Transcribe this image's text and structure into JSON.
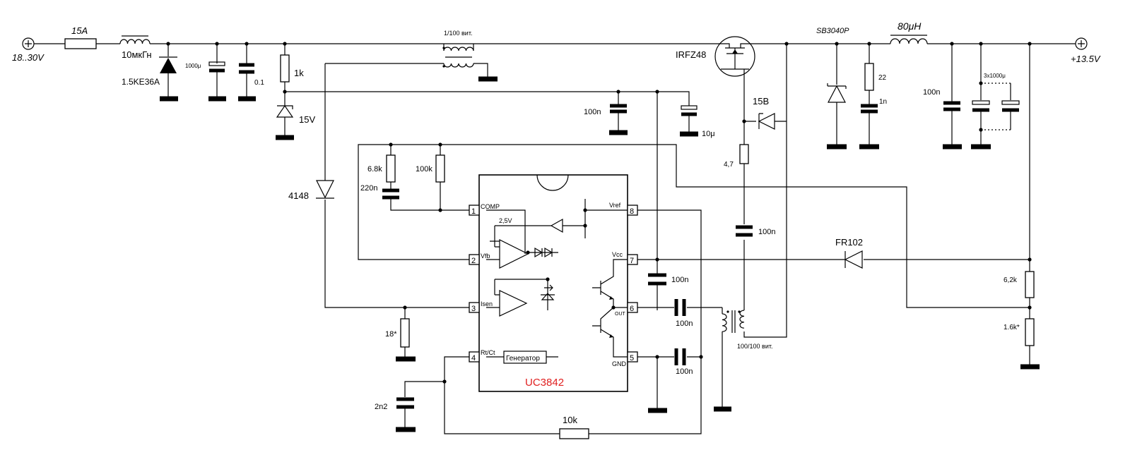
{
  "labels": {
    "input_voltage": "18..30V",
    "output_voltage": "+13.5V",
    "fuse": "15A",
    "input_inductor": "10мкГн",
    "tvs_diode": "1.5KE36A",
    "input_cap_electrolytic": "1000μ",
    "input_cap_ceramic": "0.1",
    "r_1k": "1k",
    "zener_15v": "15V",
    "transformer_top": "1/100 вит.",
    "mosfet": "IRFZ48",
    "cap_100n_top": "100n",
    "cap_10u": "10μ",
    "zener_15b": "15В",
    "r_4_7": "4,7",
    "cap_100n_gate": "100n",
    "schottky": "SB3040P",
    "r_22": "22",
    "cap_1n": "1n",
    "inductor_80uh": "80μH",
    "cap_100n_out": "100n",
    "caps_out": "3x1000μ",
    "r_6_8k": "6.8k",
    "c_220n": "220n",
    "r_100k": "100k",
    "diode_4148": "4148",
    "r_18": "18*",
    "c_2n2": "2n2",
    "r_10k": "10k",
    "cap_100n_vcc": "100n",
    "cap_100n_out_pin": "100n",
    "cap_100n_gnd": "100n",
    "transformer_gate": "100/100 вит.",
    "diode_fr102": "FR102",
    "r_6_2k": "6,2k",
    "r_1_6k": "1.6k*",
    "ic_name": "UC3842",
    "vref_2_5": "2,5V",
    "generator": "Генератор"
  },
  "pins": {
    "p1": {
      "num": "1",
      "name": "COMP"
    },
    "p2": {
      "num": "2",
      "name": "Vfb"
    },
    "p3": {
      "num": "3",
      "name": "Isen"
    },
    "p4": {
      "num": "4",
      "name": "Rt/Ct"
    },
    "p5": {
      "num": "5",
      "name": "GND"
    },
    "p6": {
      "num": "6",
      "name": "OUT"
    },
    "p7": {
      "num": "7",
      "name": "Vcc"
    },
    "p8": {
      "num": "8",
      "name": "Vref"
    }
  },
  "colors": {
    "ic_name": "#e02020"
  }
}
